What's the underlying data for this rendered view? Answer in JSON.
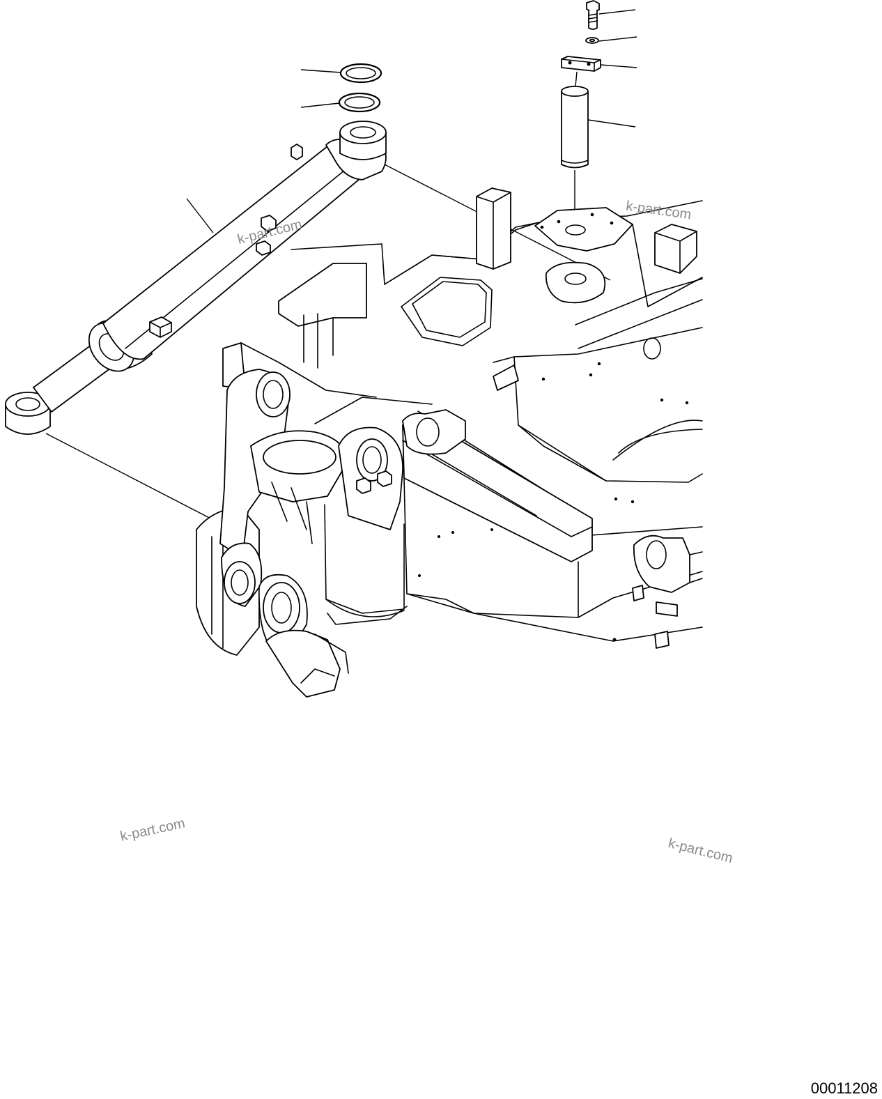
{
  "watermarks": [
    "k-part.com",
    "k-part.com",
    "k-part.com",
    "k-part.com"
  ],
  "drawing_number": "00011208"
}
